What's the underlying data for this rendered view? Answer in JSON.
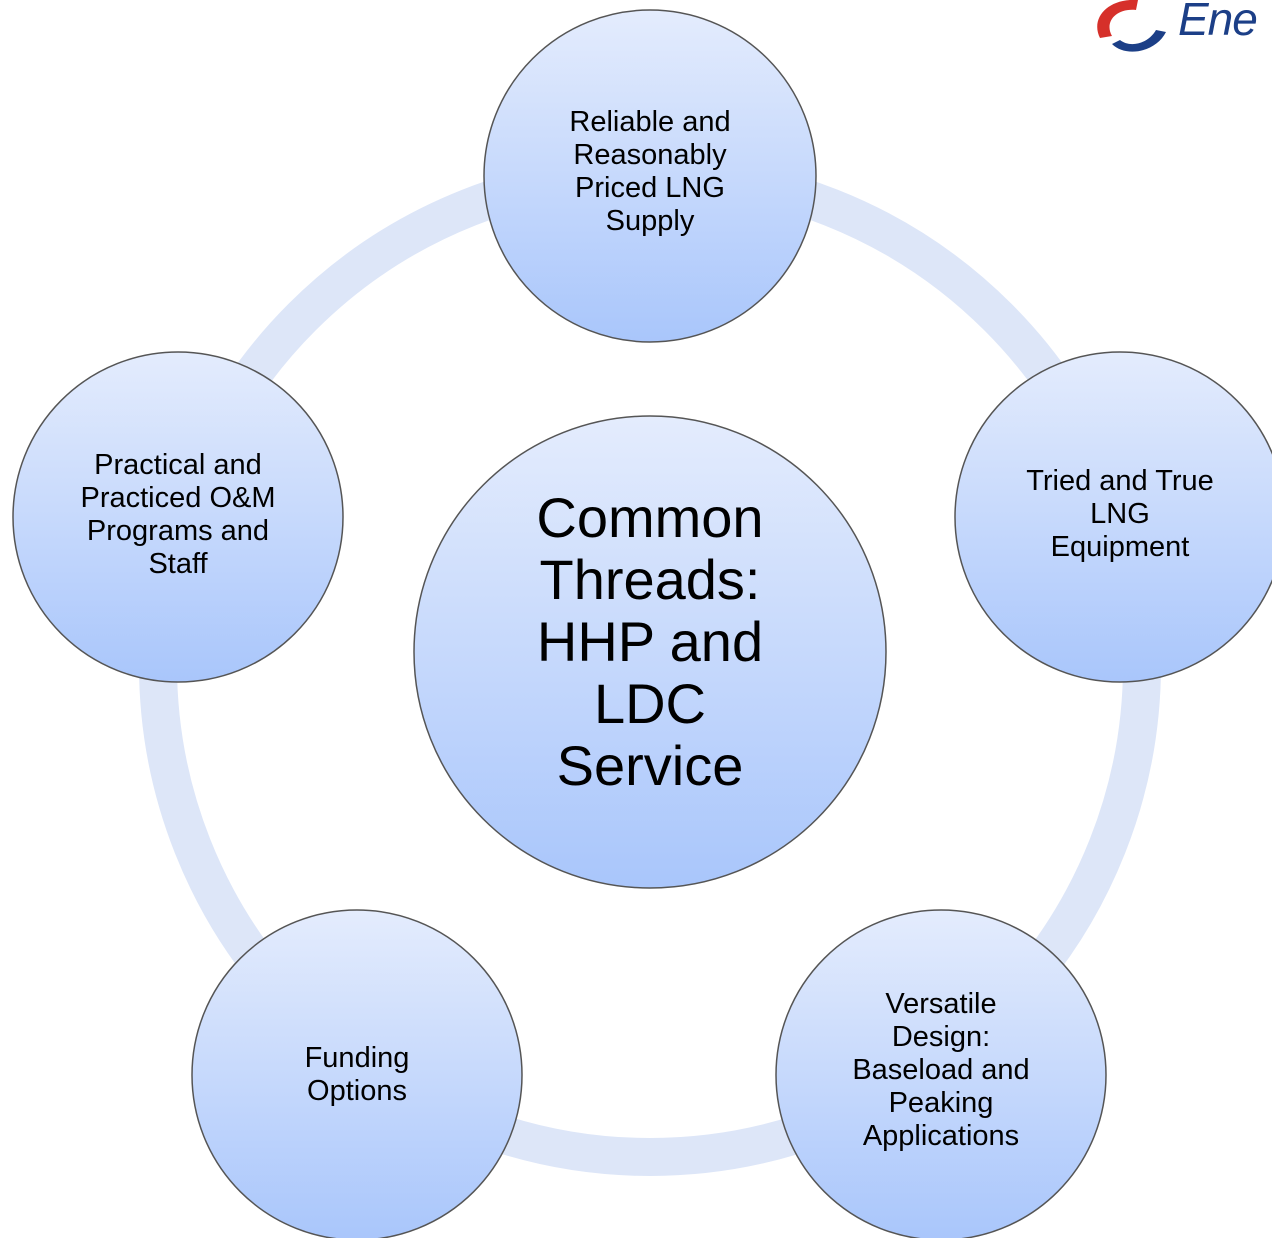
{
  "colors": {
    "ring": "#dde6f8",
    "node_fill_top": "#e4ecfd",
    "node_fill_bottom": "#a9c6fb",
    "node_stroke": "#555555",
    "text": "#000000",
    "logo_red": "#d6302a",
    "logo_blue": "#1c3f87"
  },
  "diagram": {
    "center": "Common\nThreads:\nHHP and\nLDC\nService",
    "nodes": [
      {
        "id": "reliable-supply",
        "label": "Reliable and\nReasonably\nPriced LNG\nSupply"
      },
      {
        "id": "equipment",
        "label": "Tried and True\nLNG\nEquipment"
      },
      {
        "id": "versatile-design",
        "label": "Versatile\nDesign:\nBaseload and\nPeaking\nApplications"
      },
      {
        "id": "funding",
        "label": "Funding\nOptions"
      },
      {
        "id": "om-programs",
        "label": "Practical and\nPracticed O&M\nPrograms and\nStaff"
      }
    ]
  },
  "logo": {
    "text": "Ene",
    "icon": "swirl-logo-icon"
  }
}
